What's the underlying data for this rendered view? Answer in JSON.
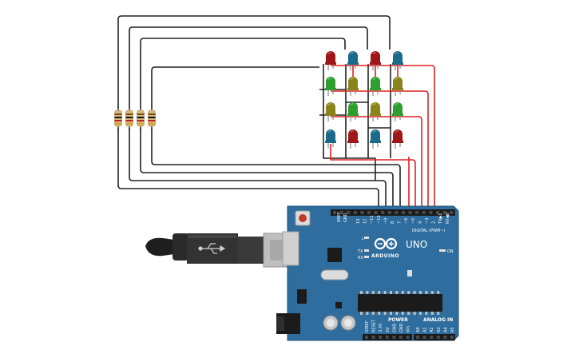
{
  "board": {
    "model": "UNO",
    "brand": "ARDUINO",
    "digital_label": "DIGITAL (PWM~)",
    "power_label": "POWER",
    "analog_label": "ANALOG IN",
    "on_label": "ON",
    "aref_label": "AREF",
    "gnd_label": "GND",
    "led_l": "L",
    "tx": "TX",
    "rx": "RX",
    "top_pins": [
      "13",
      "12",
      "~11",
      "~10",
      "~9",
      "8",
      "7",
      "~6",
      "~5",
      "4",
      "~3",
      "2",
      "TX▶1",
      "RX◀0"
    ],
    "power_pins": [
      "IOREF",
      "RESET",
      "3.3V",
      "5V",
      "GND",
      "GND",
      "Vin"
    ],
    "analog_pins": [
      "A0",
      "A1",
      "A2",
      "A3",
      "A4",
      "A5"
    ]
  },
  "led_colors": {
    "red": "#a01515",
    "blue": "#1a6a8c",
    "green": "#2e9e2e",
    "olive": "#8a8418"
  },
  "wire_colors": {
    "column": "#222222",
    "row": "#dd2222"
  },
  "board_color": "#2e6d9e",
  "led_grid": [
    [
      "red",
      "blue",
      "red",
      "blue"
    ],
    [
      "green",
      "olive",
      "green",
      "olive"
    ],
    [
      "olive",
      "green",
      "olive",
      "green"
    ],
    [
      "blue",
      "red",
      "blue",
      "red"
    ]
  ]
}
